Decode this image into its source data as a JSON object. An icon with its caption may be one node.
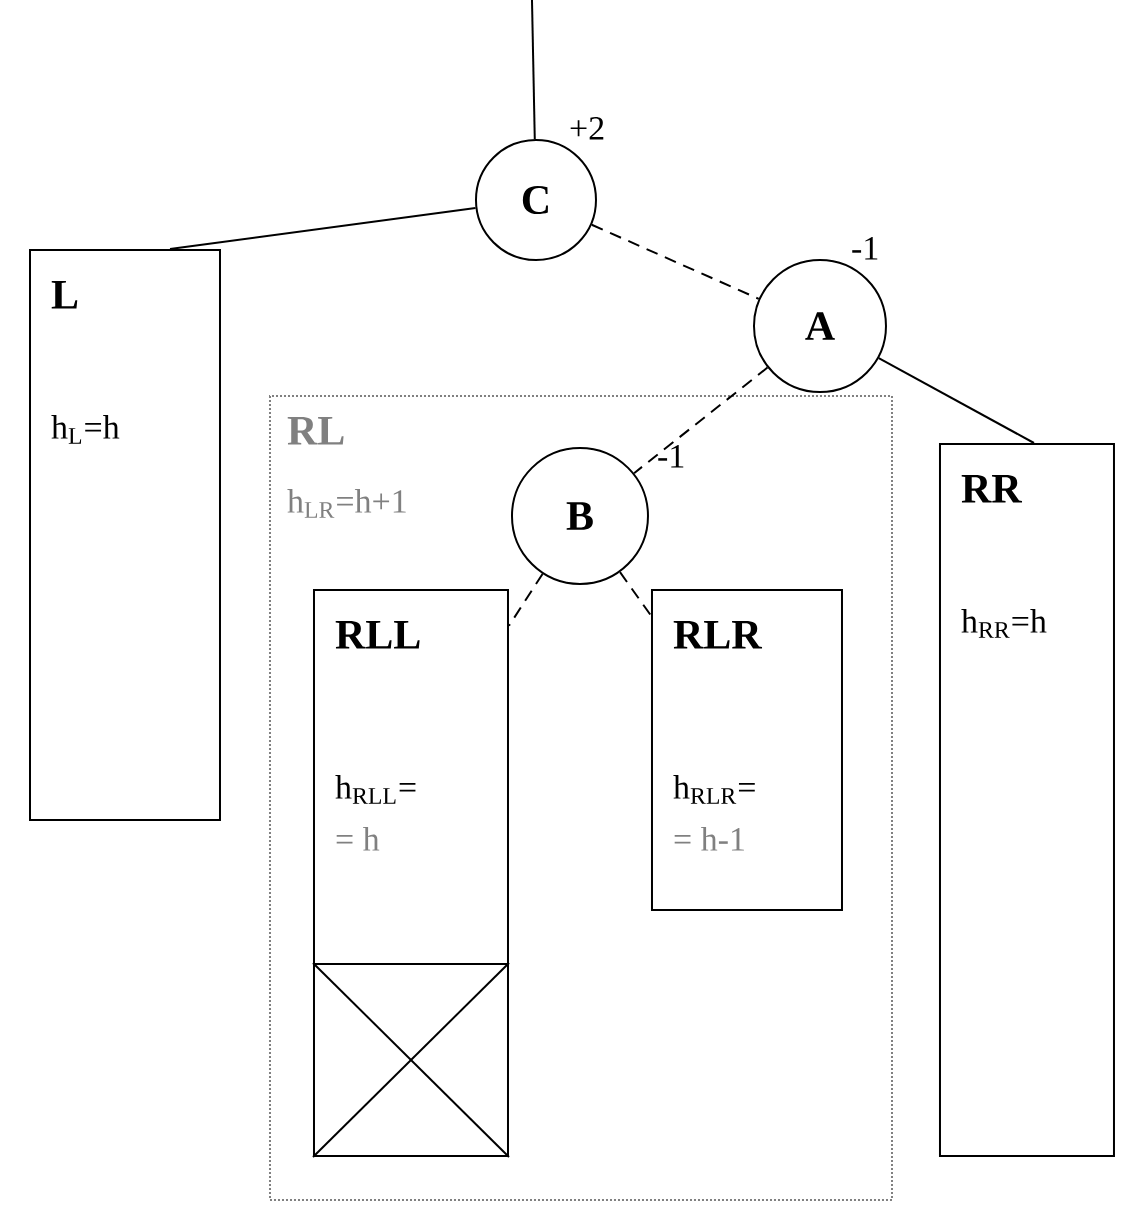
{
  "diagram": {
    "nodes": [
      {
        "text": [
          "C"
        ],
        "beside": [
          "+2"
        ]
      },
      {
        "text": [
          "L",
          "h$_{L}$=h"
        ]
      },
      {
        "text": [
          "A"
        ],
        "beside": [
          "-1"
        ]
      },
      {
        "text": [
          "RL",
          "h$_{LR}$=h+1"
        ]
      },
      {
        "text": [
          "B"
        ],
        "beside": [
          "-1"
        ],
        "in": 3
      },
      {
        "text": [
          "RLL",
          "h$_{RLL}$=",
          "= h"
        ],
        "in": 3
      },
      {
        "text": [],
        "shape": "box",
        "in": 3
      },
      {
        "text": [
          "RLR",
          "h$_{RLR}$=",
          "= h-1"
        ],
        "in": 3
      },
      {
        "text": [
          "RR",
          "h$_{RR}$=h"
        ]
      }
    ],
    "edges": [
      {
        "from": null,
        "to": 0,
        "arrow": "none"
      },
      {
        "from": 0,
        "to": 1,
        "arrow": "none"
      },
      {
        "from": 0,
        "to": 2,
        "arrow": "none",
        "style": "dashed"
      },
      {
        "from": 2,
        "to": 4,
        "arrow": "none",
        "style": "dashed"
      },
      {
        "from": 2,
        "to": 8,
        "arrow": "none"
      },
      {
        "from": 4,
        "to": 5,
        "arrow": "none",
        "style": "dashed"
      },
      {
        "from": 4,
        "to": 7,
        "arrow": "none",
        "style": "dashed"
      }
    ]
  }
}
